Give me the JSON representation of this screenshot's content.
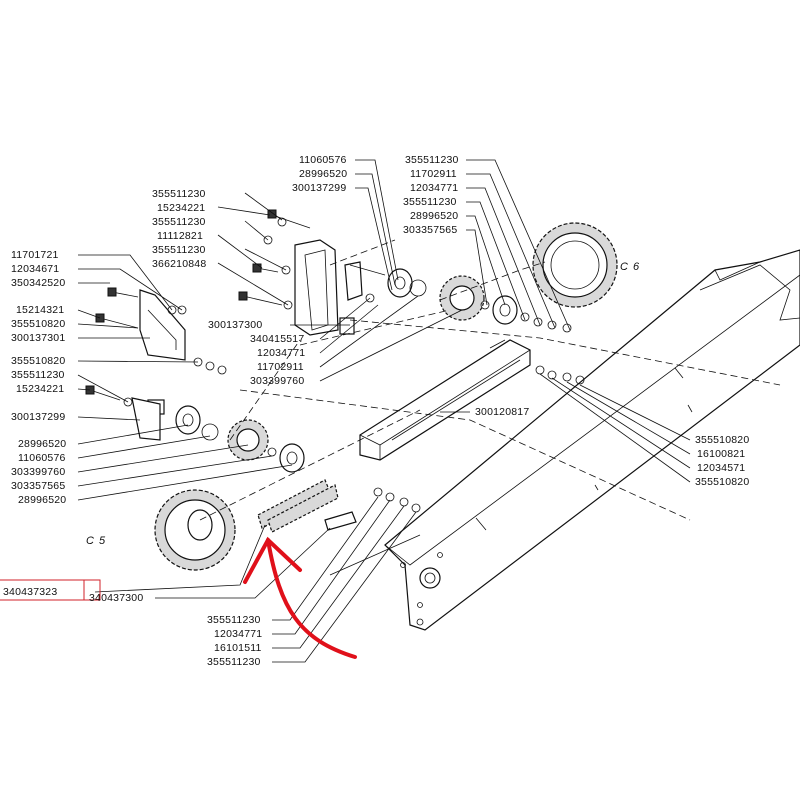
{
  "section_labels": {
    "c5": "C 5",
    "c6": "C 6"
  },
  "selected_part": "340437323",
  "labels": [
    "11060576",
    "28996520",
    "300137299",
    "355511230",
    "11702911",
    "12034771",
    "355511230",
    "28996520",
    "303357565",
    "355511230",
    "15234221",
    "355511230",
    "11112821",
    "355511230",
    "366210848",
    "11701721",
    "12034671",
    "350342520",
    "15214321",
    "355510820",
    "300137301",
    "355510820",
    "355511230",
    "15234221",
    "300137299",
    "300137300",
    "340415517",
    "12034771",
    "11702911",
    "303399760",
    "300120817",
    "28996520",
    "11060576",
    "303399760",
    "303357565",
    "28996520",
    "355510820",
    "16100821",
    "12034571",
    "355510820",
    "340437323",
    "340437300",
    "355511230",
    "12034771",
    "16101511",
    "355511230"
  ],
  "colors": {
    "highlight": "#d0202a",
    "arrow": "#e0101a",
    "ink": "#111111"
  }
}
